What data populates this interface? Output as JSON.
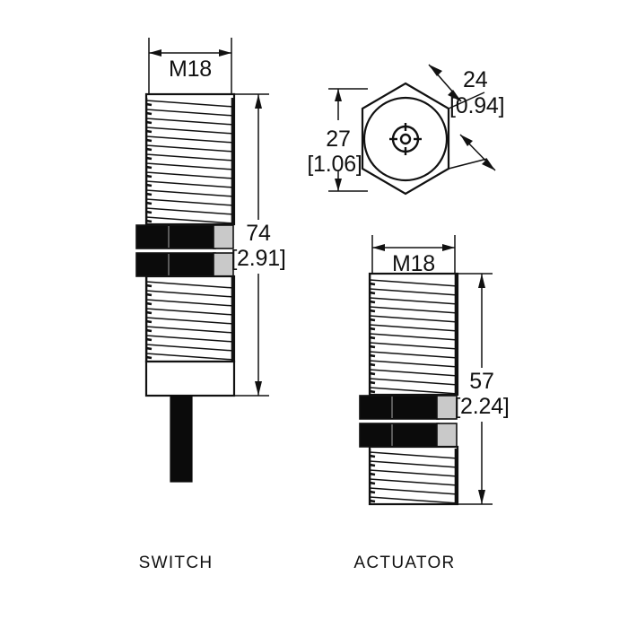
{
  "drawing": {
    "background_color": "#ffffff",
    "line_color": "#111111",
    "nut_color": "#0b0b0b",
    "nut_face_color": "#c9c9c9",
    "cable_color": "#0b0b0b"
  },
  "views": {
    "switch": {
      "label": "SWITCH",
      "thread_spec": "M18",
      "length_mm": "74",
      "length_in": "[2.91]"
    },
    "hex": {
      "across_flats_mm": "27",
      "across_flats_in": "[1.06]",
      "flat_width_mm": "24",
      "flat_width_in": "[0.94]"
    },
    "actuator": {
      "label": "ACTUATOR",
      "thread_spec": "M18",
      "length_mm": "57",
      "length_in": "[2.24]"
    }
  }
}
